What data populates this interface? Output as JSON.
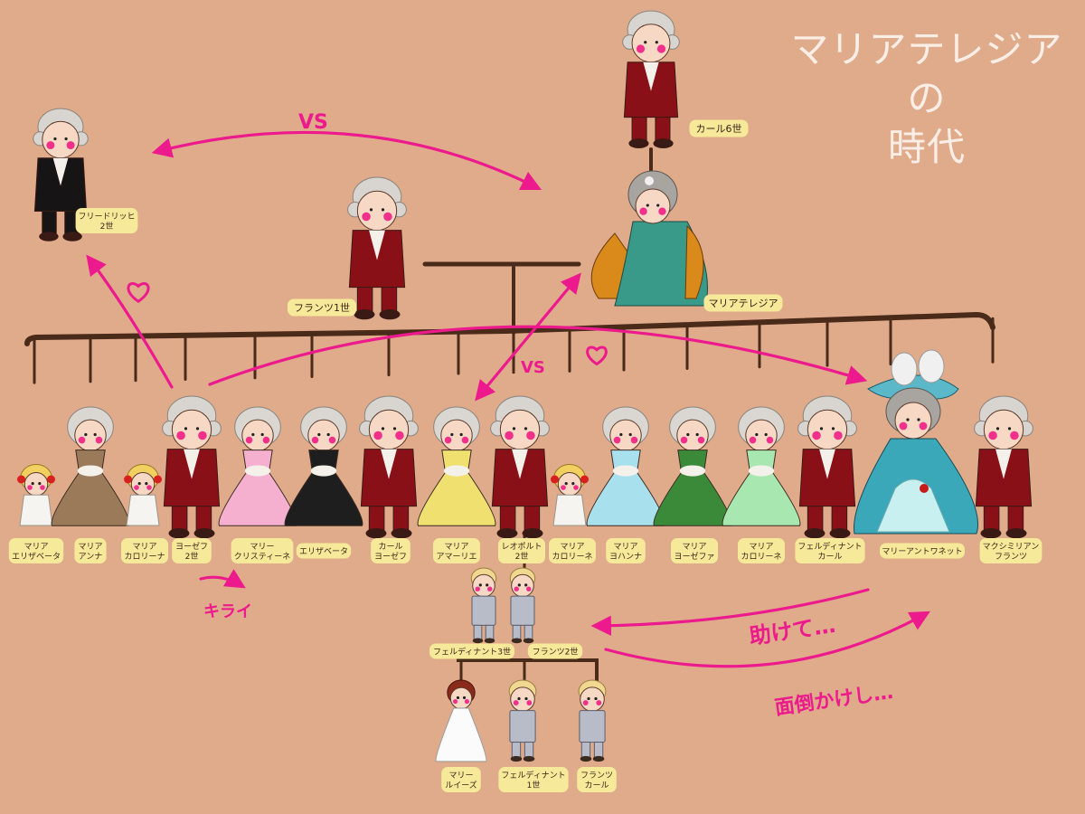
{
  "title": {
    "line1": "マリアテレジア",
    "line2": "の",
    "line3": "時代"
  },
  "people": {
    "karl6": "カール6世",
    "friedrich": [
      "フリードリッヒ",
      "2世"
    ],
    "franz1": "フランツ1世",
    "maria_theresia": "マリアテレジア",
    "children": [
      {
        "lines": [
          "マリア",
          "エリザベータ"
        ]
      },
      {
        "lines": [
          "マリア",
          "アンナ"
        ]
      },
      {
        "lines": [
          "マリア",
          "カロリーナ"
        ]
      },
      {
        "lines": [
          "ヨーゼフ",
          "2世"
        ]
      },
      {
        "lines": [
          "マリー",
          "クリスティーネ"
        ]
      },
      {
        "lines": [
          "エリザベータ"
        ]
      },
      {
        "lines": [
          "カール",
          "ヨーゼフ"
        ]
      },
      {
        "lines": [
          "マリア",
          "アマーリエ"
        ]
      },
      {
        "lines": [
          "レオポルト",
          "2世"
        ]
      },
      {
        "lines": [
          "マリア",
          "カロリーネ"
        ]
      },
      {
        "lines": [
          "マリア",
          "ヨハンナ"
        ]
      },
      {
        "lines": [
          "マリア",
          "ヨーゼファ"
        ]
      },
      {
        "lines": [
          "マリア",
          "カロリーネ"
        ]
      },
      {
        "lines": [
          "フェルディナント",
          "カール"
        ]
      },
      {
        "lines": [
          "マリーアントワネット"
        ]
      },
      {
        "lines": [
          "マクシミリアン",
          "フランツ"
        ]
      }
    ],
    "grandchildren": [
      "フェルディナント3世",
      "フランツ2世"
    ],
    "great_grandchildren": [
      {
        "lines": [
          "マリー",
          "ルイーズ"
        ]
      },
      {
        "lines": [
          "フェルディナント",
          "1世"
        ]
      },
      {
        "lines": [
          "フランツ",
          "カール"
        ]
      }
    ]
  },
  "annotations": {
    "vs_top": "VS",
    "vs_mid": "VS",
    "kirai": "キライ",
    "tasukete": "助けて…",
    "mendou": "面倒かけし…"
  },
  "colors": {
    "background": "#e0ab8b",
    "line": "#4a2a18",
    "arrow": "#ec1a8c",
    "label_bg": "#f7e99a",
    "title": "#fbeee6"
  }
}
